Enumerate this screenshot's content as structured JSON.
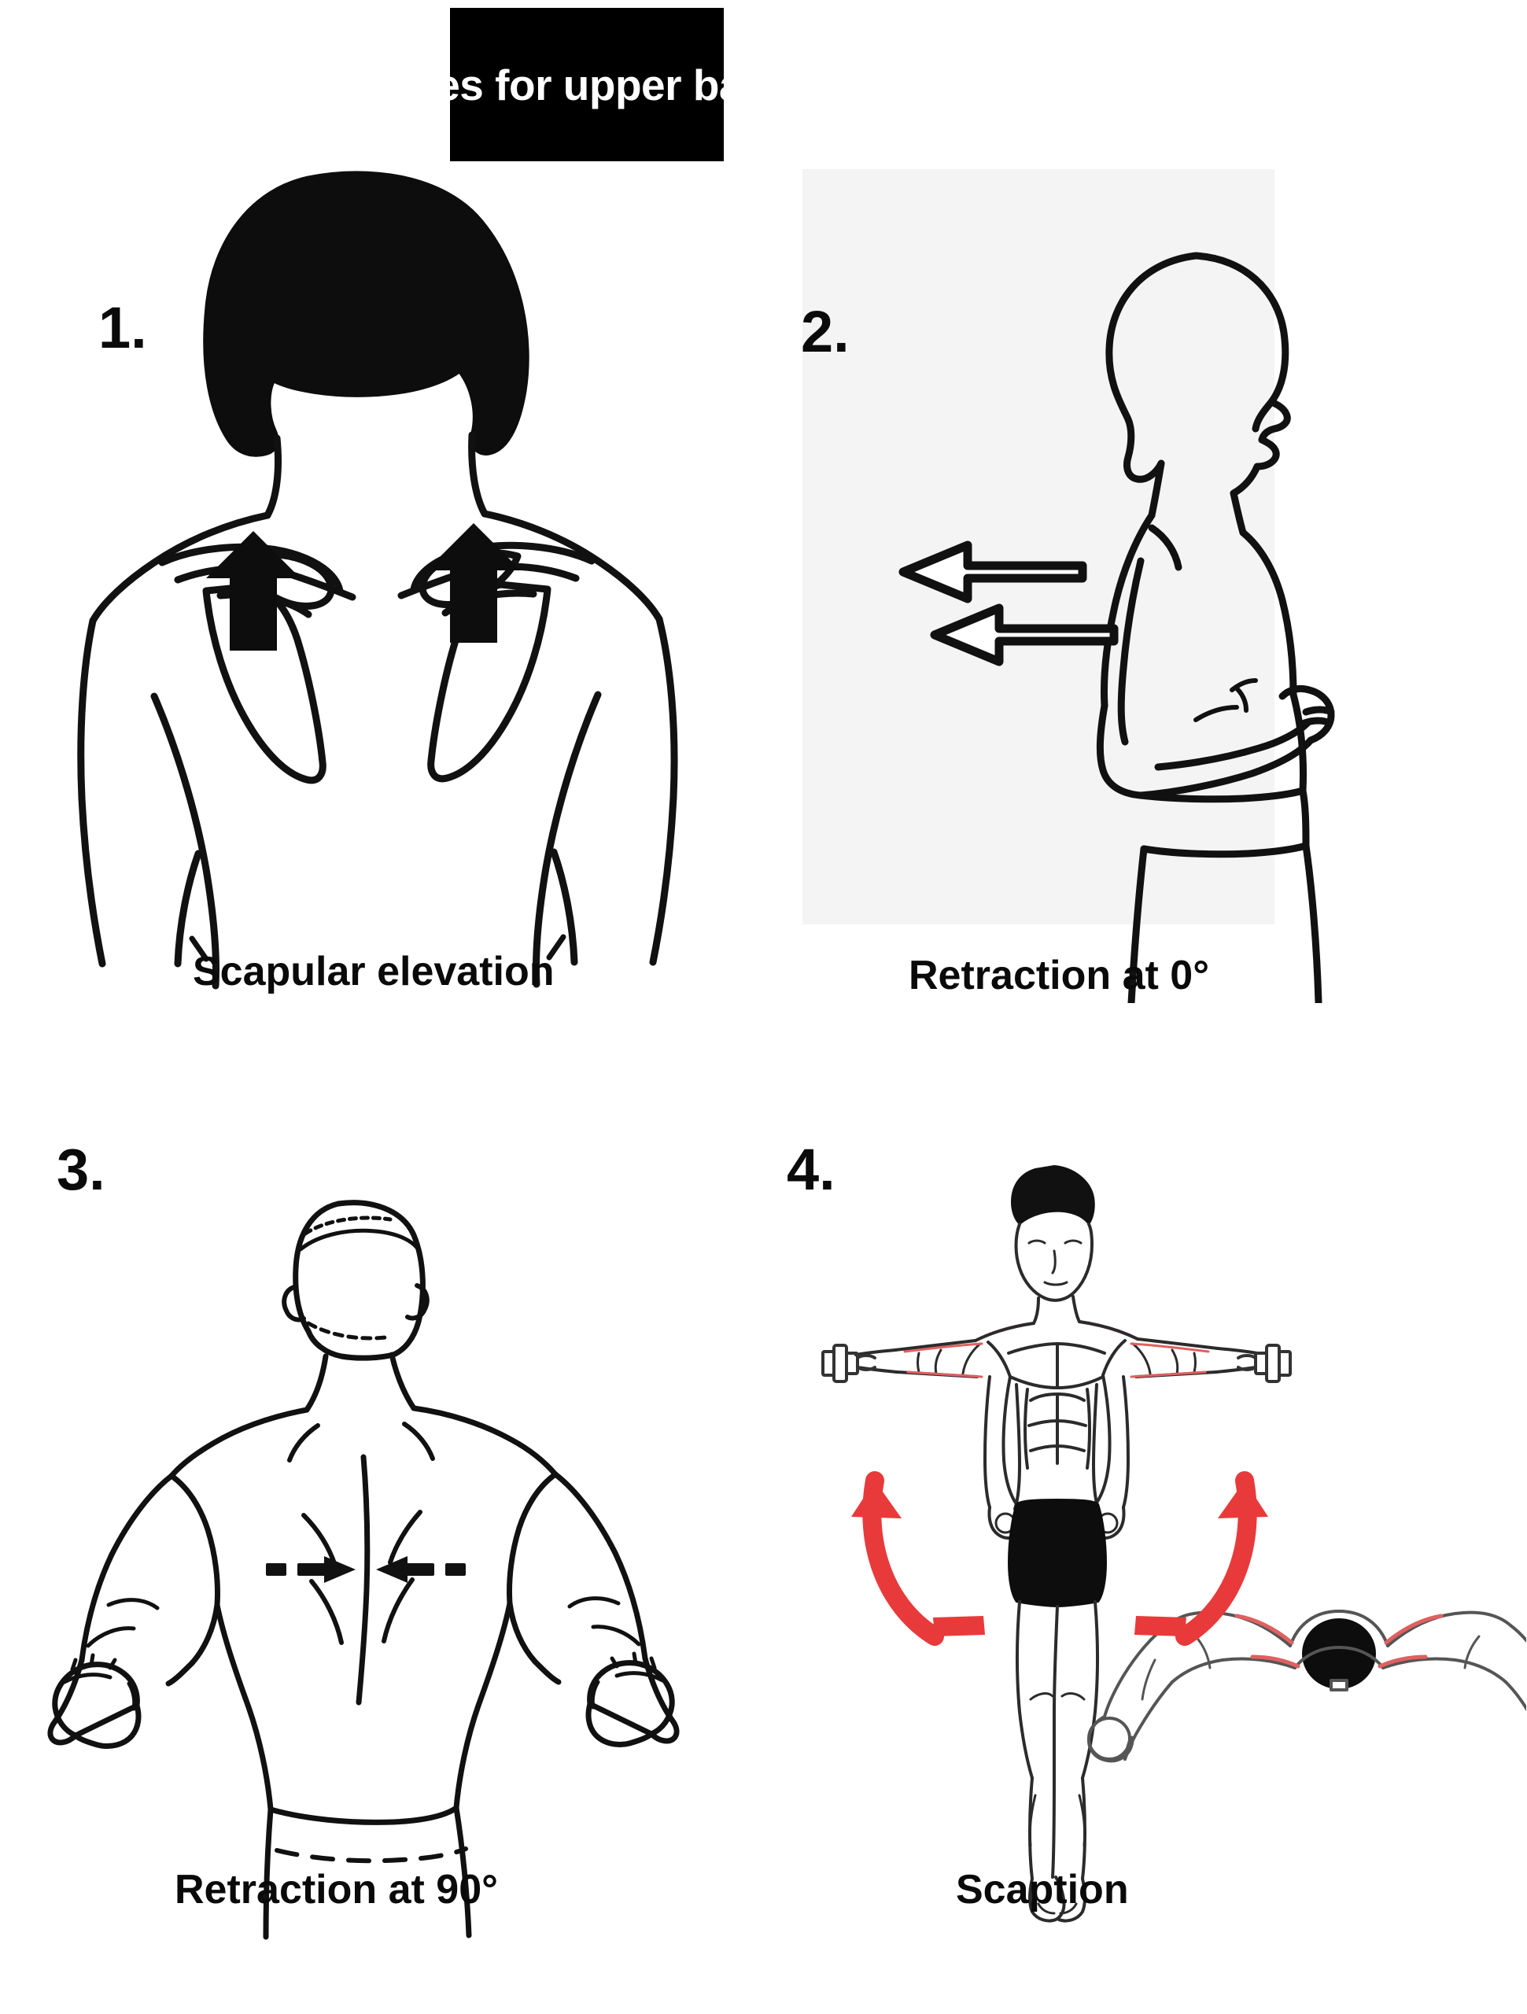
{
  "title": {
    "text": "Exercises for upper back pain",
    "background_color": "#000000",
    "text_color": "#ffffff"
  },
  "colors": {
    "page_background": "#ffffff",
    "line_art": "#111111",
    "accent_red": "#e83a3a",
    "panel2_tint": "#f4f4f4"
  },
  "panels": [
    {
      "number": "1.",
      "caption": "Scapular elevation",
      "illustration": "back-view-shoulders-scapulae-with-two-solid-up-arrows",
      "arrows": {
        "style": "solid-block",
        "direction": "up",
        "count": 2,
        "color": "#111111"
      }
    },
    {
      "number": "2.",
      "caption": "Retraction at 0°",
      "illustration": "side-profile-standing-arms-crossed-with-two-hollow-left-arrows",
      "arrows": {
        "style": "hollow-outline",
        "direction": "left",
        "count": 2,
        "color": "#111111"
      }
    },
    {
      "number": "3.",
      "caption": "Retraction at 90°",
      "illustration": "back-view-arms-raised-90-degrees-fists-clenched-with-two-dashed-inward-arrows",
      "arrows": {
        "style": "dashed-small",
        "direction": "inward",
        "count": 2,
        "color": "#111111"
      }
    },
    {
      "number": "4.",
      "caption": "Scaption",
      "illustration": "front-view-man-with-dumbbells-lateral-raise-plus-top-view-inset",
      "arrows": {
        "style": "curved-sweep",
        "direction": "upward-lateral",
        "count": 2,
        "color": "#e83a3a"
      }
    }
  ]
}
